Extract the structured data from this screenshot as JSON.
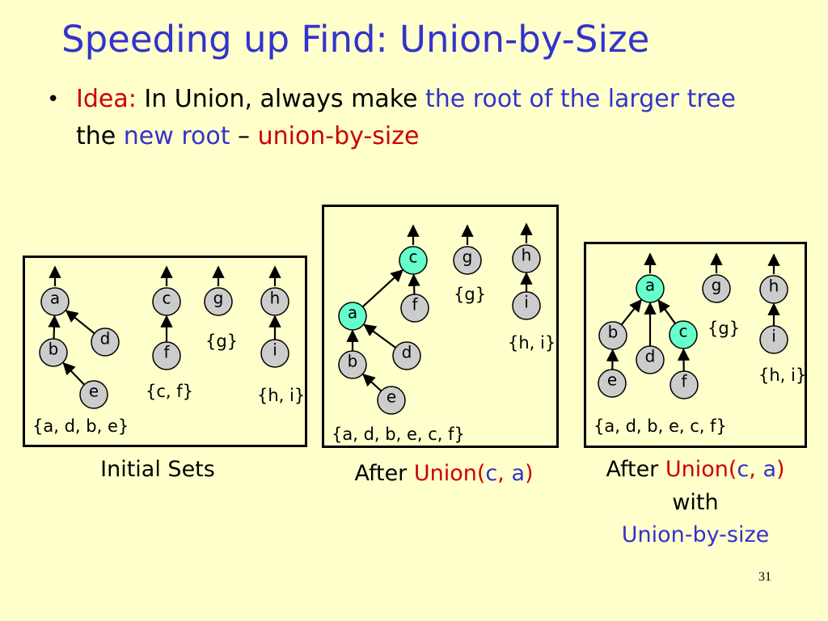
{
  "title": "Speeding up Find: Union-by-Size",
  "bullet": {
    "symbol": "•",
    "idea_label": "Idea:",
    "part1": "In Union, always make",
    "part2": "the root of the larger tree",
    "part3": "the",
    "part4": "new root",
    "part5": "–",
    "part6": "union-by-size"
  },
  "panels": [
    {
      "id": "initial",
      "nodes": [
        "a",
        "b",
        "d",
        "e",
        "c",
        "f",
        "g",
        "h",
        "i"
      ],
      "highlighted": [],
      "set_labels": [
        "{a, d, b, e}",
        "{c, f}",
        "{g}",
        "{h, i}"
      ],
      "caption": "Initial Sets"
    },
    {
      "id": "after-union",
      "nodes": [
        "c",
        "f",
        "a",
        "b",
        "d",
        "e",
        "g",
        "h",
        "i"
      ],
      "highlighted": [
        "c",
        "a"
      ],
      "set_labels": [
        "{a, d, b, e, c, f}",
        "{g}",
        "{h, i}"
      ],
      "caption_prefix": "After",
      "caption_op": "Union(",
      "caption_arg1": "c",
      "caption_sep": ",",
      "caption_arg2": "a",
      "caption_close": ")"
    },
    {
      "id": "after-union-by-size",
      "nodes": [
        "a",
        "b",
        "e",
        "d",
        "c",
        "f",
        "g",
        "h",
        "i"
      ],
      "highlighted": [
        "a",
        "c"
      ],
      "set_labels": [
        "{a, d, b, e, c, f}",
        "{g}",
        "{h, i}"
      ],
      "caption_prefix": "After",
      "caption_op": "Union(",
      "caption_arg1": "c",
      "caption_sep": ",",
      "caption_arg2": "a",
      "caption_close": ")",
      "caption_line2": "with",
      "caption_line3": "Union-by-size"
    }
  ],
  "page_number": "31",
  "colors": {
    "background": "#ffffcc",
    "title": "#3333cc",
    "accent_red": "#cc0000",
    "node_fill": "#cccccc",
    "node_highlight": "#66ffcc"
  }
}
